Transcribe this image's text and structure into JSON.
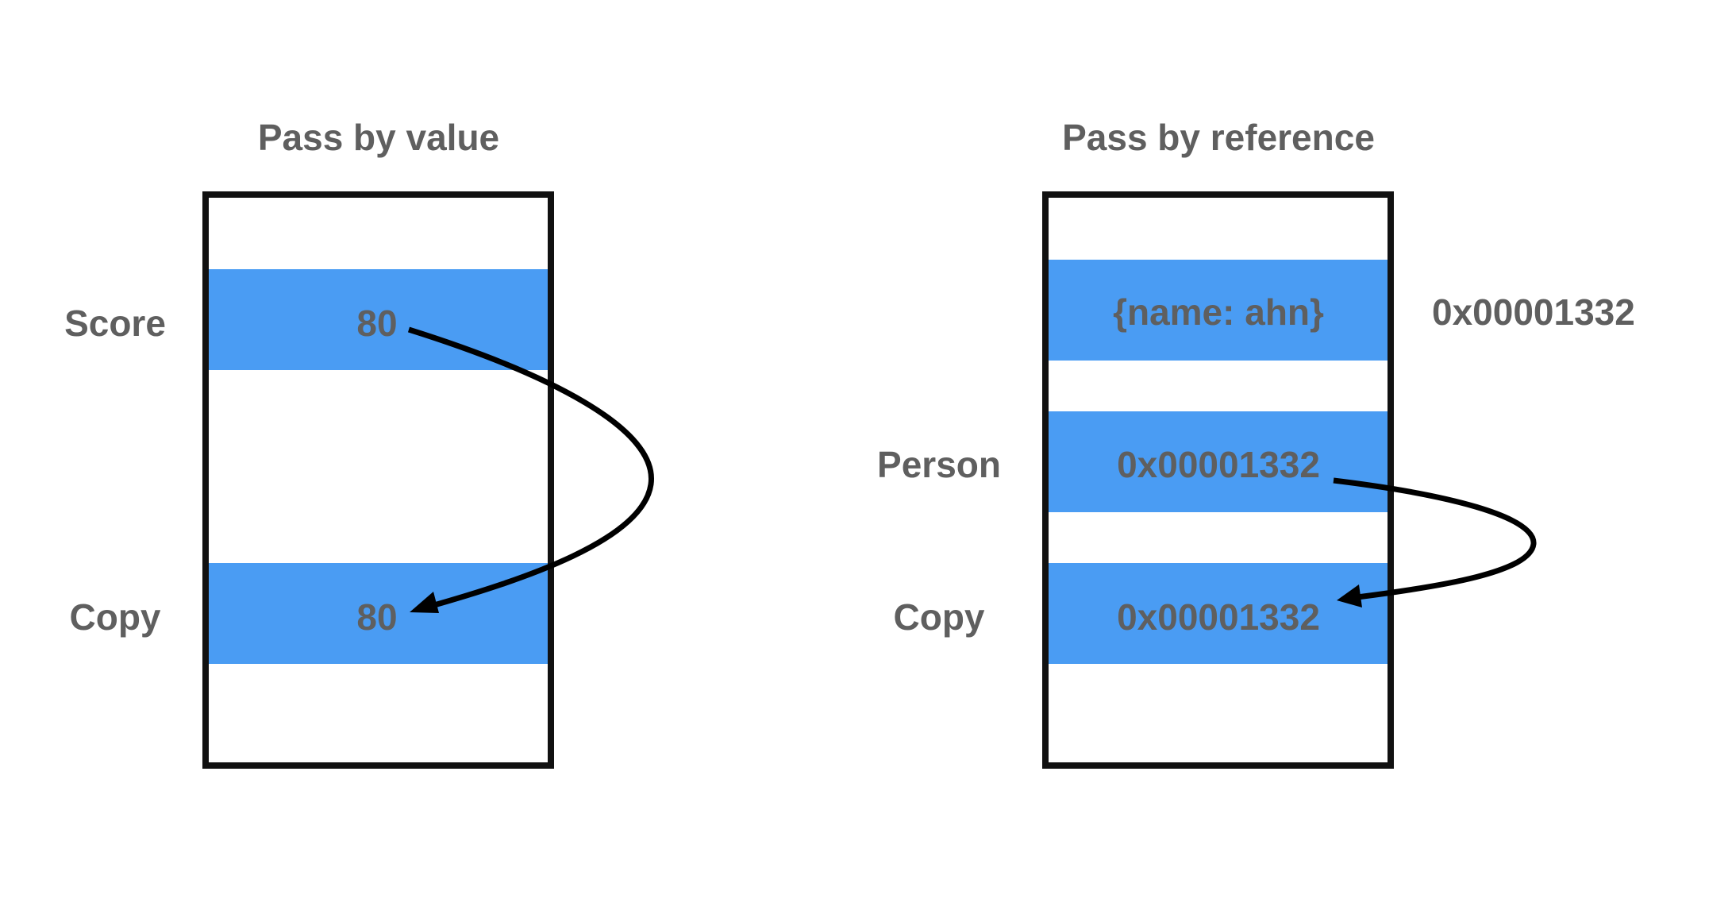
{
  "left_panel": {
    "title": "Pass by value",
    "label_top": "Score",
    "label_bottom": "Copy",
    "value_top": "80",
    "value_bottom": "80"
  },
  "right_panel": {
    "title": "Pass by reference",
    "object_value": "{name: ahn}",
    "object_address": "0x00001332",
    "label_middle": "Person",
    "value_middle": "0x00001332",
    "label_bottom": "Copy",
    "value_bottom": "0x00001332"
  },
  "colors": {
    "cell_fill": "#4a9cf3",
    "text": "#5f5f5f",
    "border": "#111111"
  }
}
